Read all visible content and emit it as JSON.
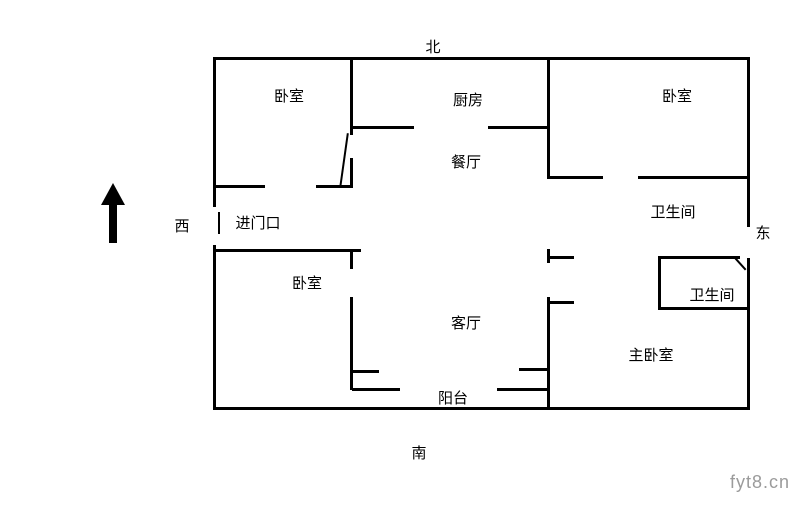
{
  "title": "apartment-floor-plan",
  "compass": {
    "north": "北",
    "south": "南",
    "west": "西",
    "east": "东"
  },
  "labels": {
    "bedroom_top_left": "卧室",
    "kitchen": "厨房",
    "bedroom_top_right": "卧室",
    "dining_room": "餐厅",
    "entrance": "进门口",
    "bathroom_upper": "卫生间",
    "bathroom_lower": "卫生间",
    "bedroom_lower_left": "卧室",
    "living_room": "客厅",
    "master_bedroom": "主卧室",
    "balcony": "阳台"
  },
  "watermark": "fyt8.cn",
  "colors": {
    "wall": "#000000",
    "background": "#ffffff",
    "watermark": "#9b9b9b"
  }
}
